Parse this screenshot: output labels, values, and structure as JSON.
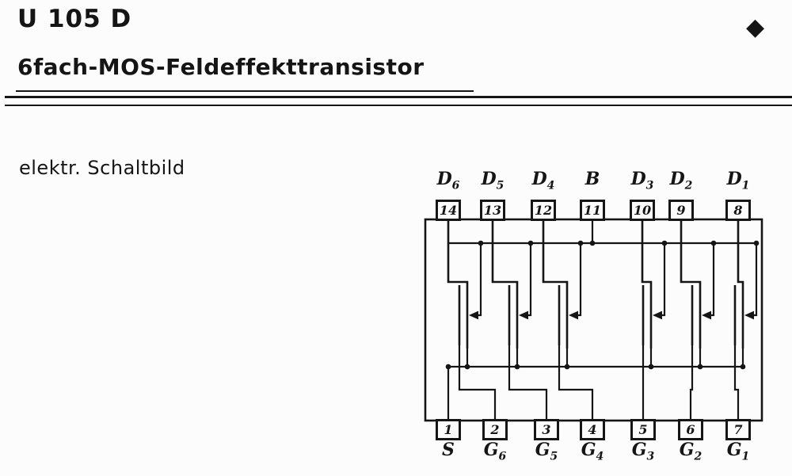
{
  "header": {
    "part_number": "U 105 D",
    "subtitle": "6fach-MOS-Feldeffekttransistor",
    "corner_mark": "◆"
  },
  "schematic": {
    "caption": "elektr. Schaltbild",
    "transistor_count": 6,
    "top_pins": [
      {
        "number": "14",
        "label": "D",
        "sub": "6"
      },
      {
        "number": "13",
        "label": "D",
        "sub": "5"
      },
      {
        "number": "12",
        "label": "D",
        "sub": "4"
      },
      {
        "number": "11",
        "label": "B",
        "sub": ""
      },
      {
        "number": "10",
        "label": "D",
        "sub": "3"
      },
      {
        "number": "9",
        "label": "D",
        "sub": "2"
      },
      {
        "number": "8",
        "label": "D",
        "sub": "1"
      }
    ],
    "bottom_pins": [
      {
        "number": "1",
        "label": "S",
        "sub": ""
      },
      {
        "number": "2",
        "label": "G",
        "sub": "6"
      },
      {
        "number": "3",
        "label": "G",
        "sub": "5"
      },
      {
        "number": "4",
        "label": "G",
        "sub": "4"
      },
      {
        "number": "5",
        "label": "G",
        "sub": "3"
      },
      {
        "number": "6",
        "label": "G",
        "sub": "2"
      },
      {
        "number": "7",
        "label": "G",
        "sub": "1"
      }
    ]
  },
  "colors": {
    "ink": "#151515",
    "paper": "#fcfcfc"
  }
}
